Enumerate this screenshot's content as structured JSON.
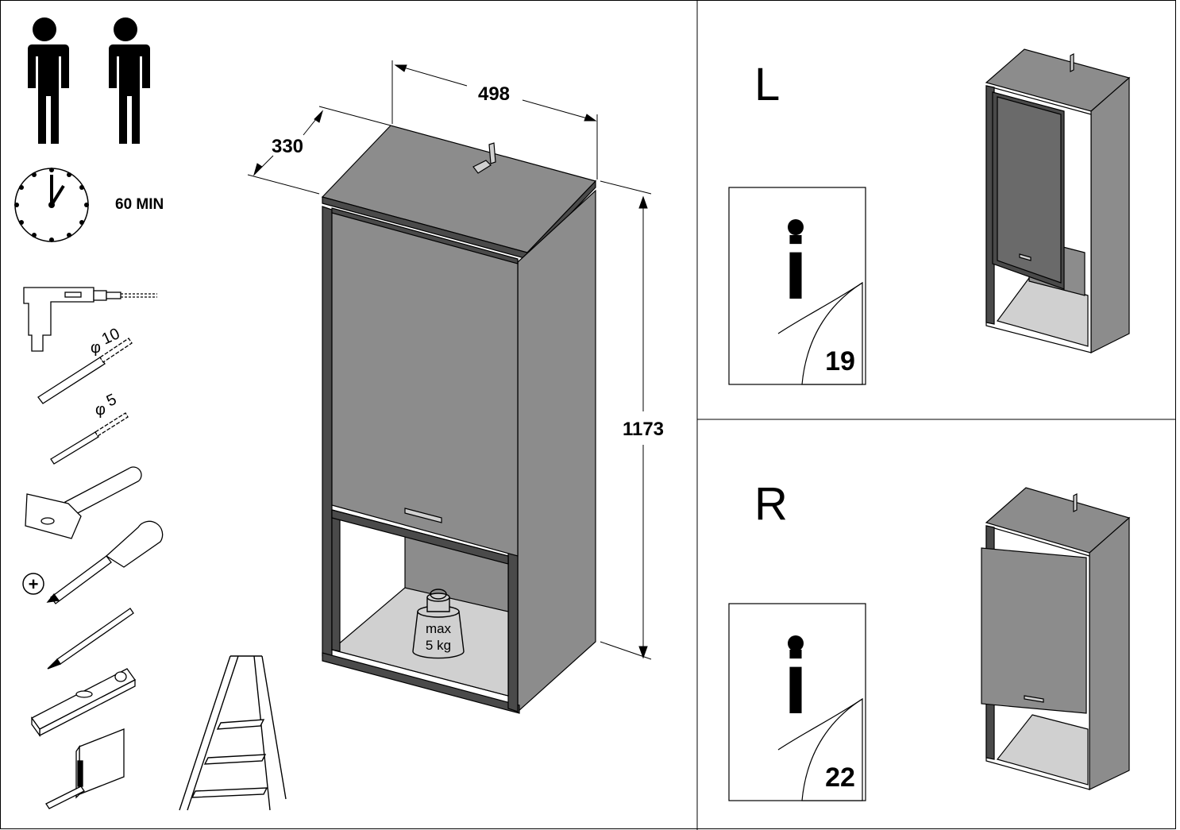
{
  "requirements": {
    "time_label": "60 MIN",
    "drill_bit_large": "10",
    "drill_bit_small": "5",
    "screwdriver_symbol": "+"
  },
  "cabinet": {
    "width_label": "498",
    "depth_label": "330",
    "height_label": "1173",
    "weight_max_line1": "max",
    "weight_max_line2": "5 kg"
  },
  "variants": [
    {
      "letter": "L",
      "info_symbol": "i",
      "page_ref": "19"
    },
    {
      "letter": "R",
      "info_symbol": "i",
      "page_ref": "22"
    }
  ],
  "icons": [
    "person-icon",
    "clock-icon",
    "drill-icon",
    "drill-bit-icon",
    "hammer-icon",
    "screwdriver-icon",
    "pencil-icon",
    "spirit-level-icon",
    "tape-measure-icon",
    "ladder-icon",
    "weight-icon",
    "info-icon"
  ],
  "colors": {
    "panel_dark": "#4a4a4a",
    "panel_mid": "#8c8c8c",
    "panel_light": "#d0d0d0",
    "line": "#000000"
  }
}
